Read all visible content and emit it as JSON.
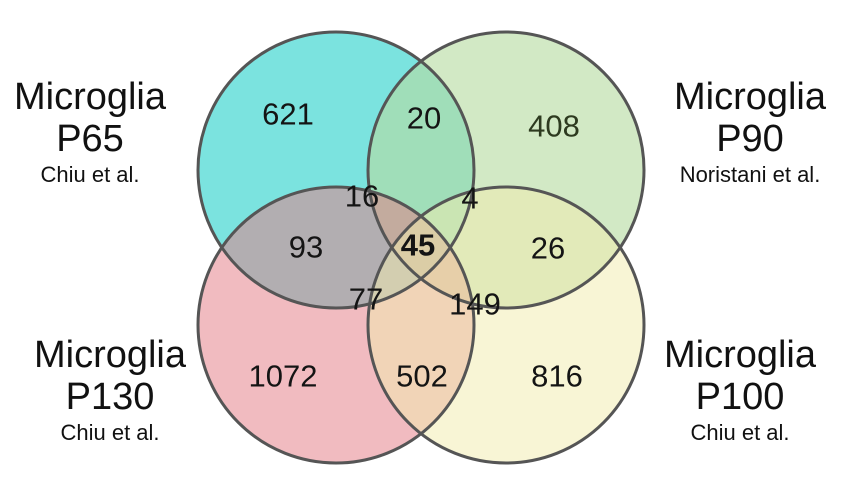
{
  "sets": {
    "p65": {
      "name": "Microglia",
      "age": "P65",
      "source": "Chiu et al.",
      "color": "#2ad2cc"
    },
    "p90": {
      "name": "Microglia",
      "age": "P90",
      "source": "Noristani et al.",
      "color": "#b7dca2"
    },
    "p130": {
      "name": "Microglia",
      "age": "P130",
      "source": "Chiu et al.",
      "color": "#e47d86"
    },
    "p100": {
      "name": "Microglia",
      "age": "P100",
      "source": "Chiu et al.",
      "color": "#f2ebae"
    }
  },
  "regions": {
    "p65_only": "621",
    "p65_p90": "20",
    "p90_only": "408",
    "p65_p130": "93",
    "p65_p90_p130": "16",
    "p65_p90_p100": "4",
    "all": "45",
    "p90_p100": "26",
    "p65_p130_p100": "77",
    "p90_p130_p100": "149",
    "p130_only": "1072",
    "p130_p100": "502",
    "p100_only": "816"
  }
}
